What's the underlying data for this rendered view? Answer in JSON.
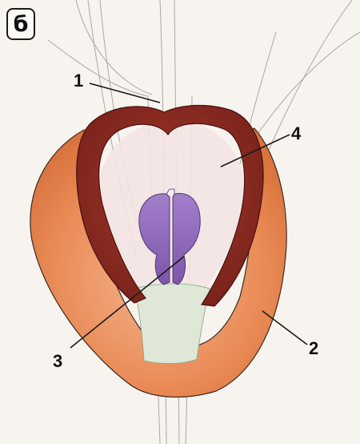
{
  "panel_label": "б",
  "callouts": [
    "1",
    "2",
    "3",
    "4"
  ],
  "colors": {
    "background": "#f7f3ee",
    "outer_layer": "#e98a55",
    "inner_layer": "#8b2a20",
    "central_structure": "#9b6bbd",
    "base": "#dfe8d6"
  }
}
